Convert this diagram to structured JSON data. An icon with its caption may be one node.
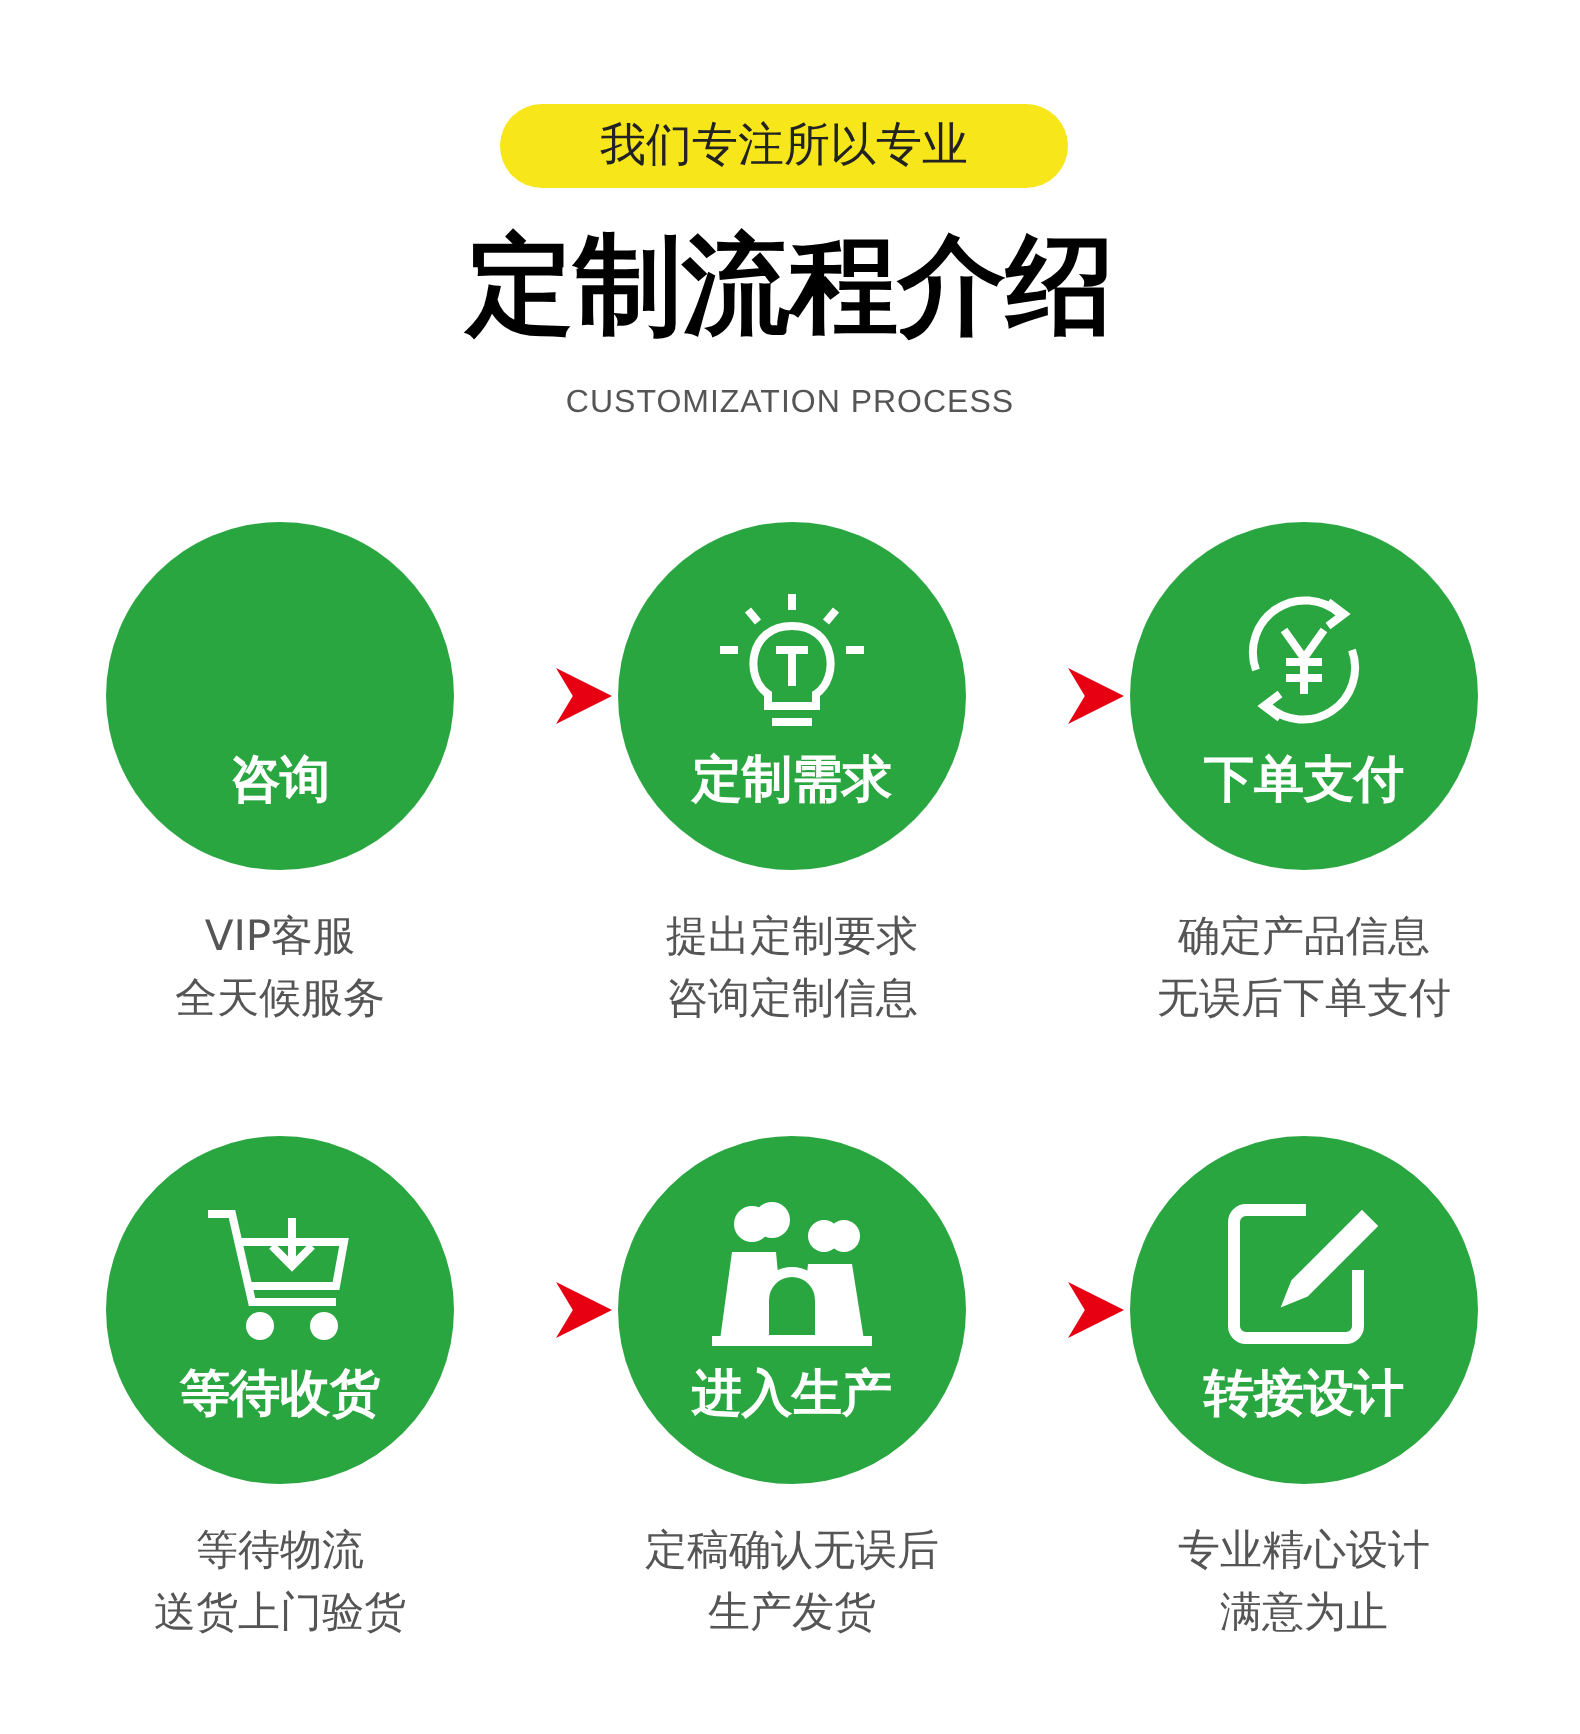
{
  "diagram": {
    "title": "定制流程介绍",
    "nodes": [
      {
        "text": [
          "咨询"
        ],
        "beside": [
          "VIP客服",
          "全天候服务"
        ]
      },
      {
        "text": [
          "定制需求"
        ],
        "beside": [
          "提出定制要求",
          "咨询定制信息"
        ]
      },
      {
        "text": [
          "下单支付"
        ],
        "beside": [
          "确定产品信息",
          "无误后下单支付"
        ]
      },
      {
        "text": [
          "等待收货"
        ],
        "beside": [
          "等待物流",
          "送货上门验货"
        ]
      },
      {
        "text": [
          "进入生产"
        ],
        "beside": [
          "定稿确认无误后",
          "生产发货"
        ]
      },
      {
        "text": [
          "转接设计"
        ],
        "beside": [
          "专业精心设计",
          "满意为止"
        ]
      }
    ],
    "edges": [
      {
        "from": 0,
        "to": 1,
        "arrow": "to"
      },
      {
        "from": 1,
        "to": 2,
        "arrow": "to"
      },
      {
        "from": 3,
        "to": 4,
        "arrow": "to"
      },
      {
        "from": 4,
        "to": 5,
        "arrow": "to"
      }
    ],
    "labels": [
      "我们专注所以专业",
      "CUSTOMIZATION PROCESS"
    ]
  }
}
